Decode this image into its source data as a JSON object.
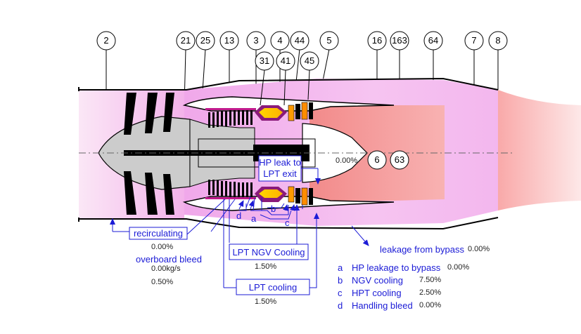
{
  "stations_top": [
    "2",
    "21",
    "25",
    "13",
    "3",
    "4",
    "44",
    "5",
    "16",
    "163",
    "64",
    "7",
    "8"
  ],
  "stations_mid": [
    "31",
    "41",
    "45"
  ],
  "stations_inner": [
    "6",
    "63"
  ],
  "center_value": "0.00%",
  "recirculating": {
    "label": "recirculating",
    "value": "0.00%"
  },
  "overboard_bleed": {
    "label": "overboard bleed",
    "flow": "0.00kg/s",
    "pct": "0.50%"
  },
  "lpt_ngv_cooling": {
    "label": "LPT NGV Cooling",
    "value": "1.50%"
  },
  "lpt_cooling": {
    "label": "LPT cooling",
    "value": "1.50%"
  },
  "hp_leak": {
    "line1": "HP leak to",
    "line2": "LPT exit"
  },
  "leakage_bypass": {
    "label": "leakage from bypass",
    "value": "0.00%"
  },
  "bleed_letters": {
    "a": "a",
    "b": "b",
    "c": "c",
    "d": "d"
  },
  "legend": [
    {
      "key": "a",
      "label": "HP leakage to bypass",
      "value": "0.00%"
    },
    {
      "key": "b",
      "label": "NGV cooling",
      "value": "7.50%"
    },
    {
      "key": "c",
      "label": "HPT cooling",
      "value": "2.50%"
    },
    {
      "key": "d",
      "label": "Handling bleed",
      "value": "0.00%"
    }
  ],
  "colors": {
    "annotation": "#1b1bd6",
    "bypass": "#f4b8f0",
    "core_hot": "#f7a0a0",
    "compressor": "#c8c8c8",
    "burner": "#ffd23c"
  }
}
